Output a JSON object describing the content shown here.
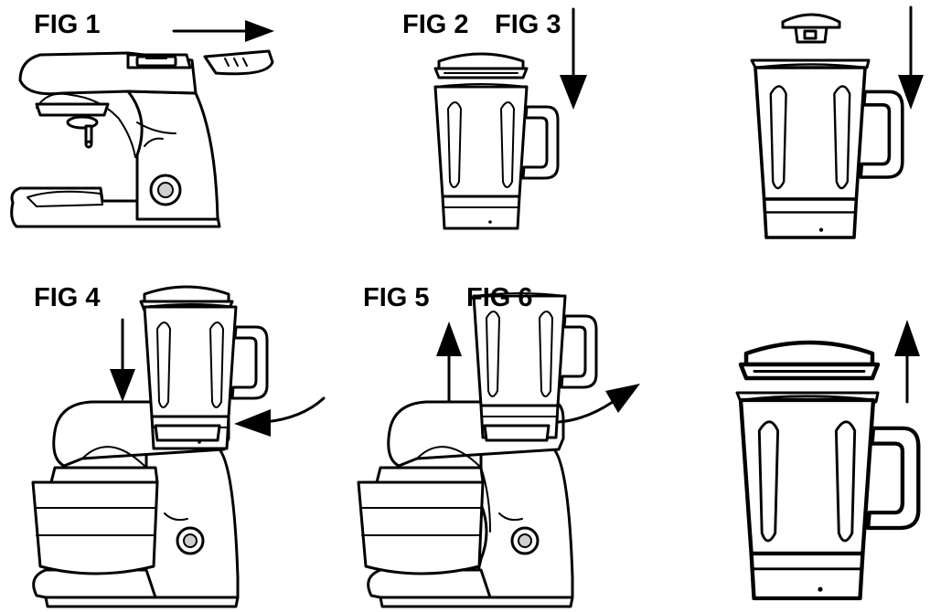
{
  "figures": {
    "fig1": "FIG  1",
    "fig2": "FIG  2",
    "fig3": "FIG  3",
    "fig4": "FIG  4",
    "fig5": "FIG  5",
    "fig6": "FIG  6"
  },
  "colors": {
    "ink": "#000000",
    "background": "#ffffff",
    "shade": "#cfcfcf"
  }
}
